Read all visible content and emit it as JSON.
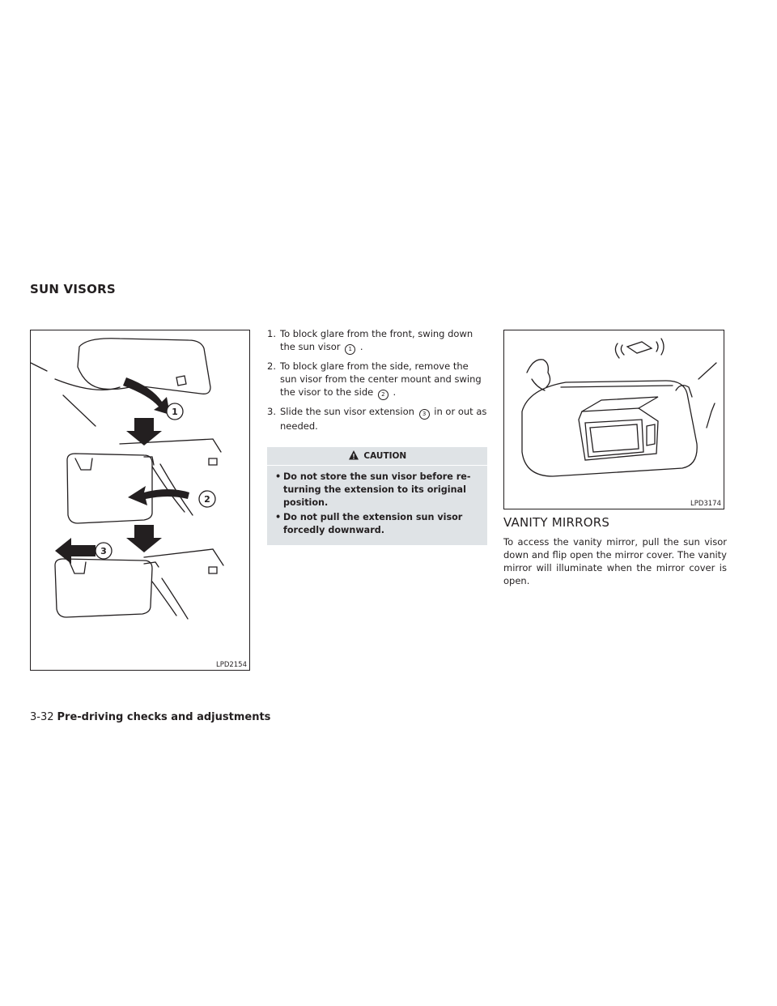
{
  "section": {
    "title": "SUN VISORS"
  },
  "figure1": {
    "code": "LPD2154",
    "callouts": [
      "1",
      "2",
      "3"
    ]
  },
  "steps": [
    {
      "num": "1.",
      "before": "To block glare from the front, swing down the sun visor",
      "badge": "1",
      "after": "."
    },
    {
      "num": "2.",
      "before": "To block glare from the side, remove the sun visor from the center mount and swing the visor to the side",
      "badge": "2",
      "after": "."
    },
    {
      "num": "3.",
      "before": "Slide the sun visor extension",
      "badge": "3",
      "after": "in or out as needed."
    }
  ],
  "caution": {
    "heading": "CAUTION",
    "items": [
      "Do not store the sun visor before re-turning the extension to its original position.",
      "Do not pull the extension sun visor forcedly downward."
    ]
  },
  "figure2": {
    "code": "LPD3174"
  },
  "vanity": {
    "heading": "VANITY MIRRORS",
    "text": "To access the vanity mirror, pull the sun visor down and flip open the mirror cover. The vanity mirror will illuminate when the mirror cover is open."
  },
  "footer": {
    "page": "3-32",
    "chapter": "Pre-driving checks and adjustments"
  },
  "colors": {
    "caution_bg": "#dfe3e6",
    "ink": "#231f20"
  }
}
